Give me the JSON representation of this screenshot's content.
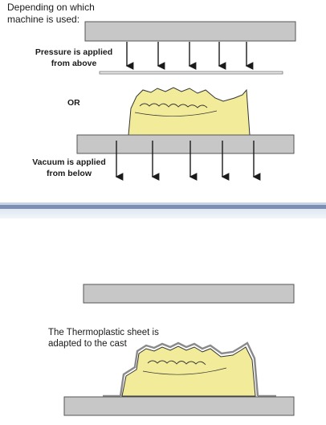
{
  "labels": {
    "intro": "Depending on which machine is used:",
    "pressure": "Pressure is applied from above",
    "or": "OR",
    "vacuum": "Vacuum is applied from below",
    "adapted": "The Thermoplastic sheet is adapted to the cast"
  },
  "colors": {
    "platen": "#c7c7c7",
    "platen_border": "#555555",
    "cast_fill": "#f2ec9a",
    "cast_outline": "#333333",
    "sheet": "#8a8a8a",
    "divider_dark": "#7d8fb3",
    "divider_light": "#dfe7f2"
  },
  "icons": {
    "pressure_arrows": "arrow-down-icon",
    "vacuum_arrows": "arrow-down-icon"
  }
}
